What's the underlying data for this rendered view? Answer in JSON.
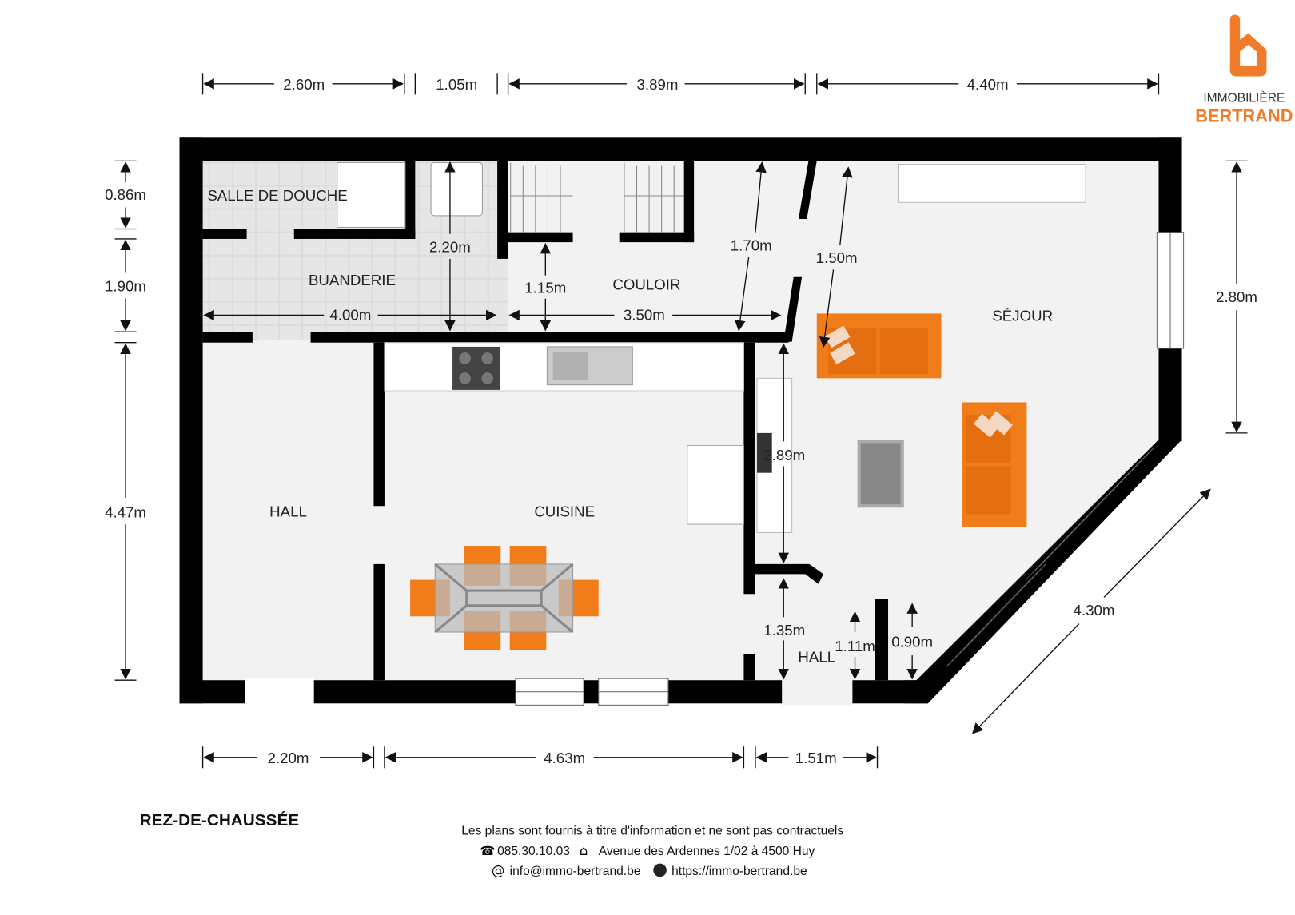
{
  "logo": {
    "line1": "IMMOBILIÈRE",
    "line2": "BERTRAND",
    "color": "#f07c2a"
  },
  "plan_title": "REZ-DE-CHAUSSÉE",
  "rooms": {
    "salle_de_douche": "SALLE DE DOUCHE",
    "buanderie": "BUANDERIE",
    "couloir": "COULOIR",
    "sejour": "SÉJOUR",
    "hall_left": "HALL",
    "cuisine": "CUISINE",
    "hall_small": "HALL"
  },
  "dimensions": {
    "top_1": "2.60m",
    "top_2": "1.05m",
    "top_3": "3.89m",
    "top_4": "4.40m",
    "left_1": "0.86m",
    "left_2": "1.90m",
    "left_3": "4.47m",
    "right_1": "2.80m",
    "diag": "4.30m",
    "bottom_1": "2.20m",
    "bottom_2": "4.63m",
    "bottom_3": "1.51m",
    "in_220": "2.20m",
    "in_400": "4.00m",
    "in_115": "1.15m",
    "in_350": "3.50m",
    "in_170": "1.70m",
    "in_150": "1.50m",
    "in_289": "2.89m",
    "in_135": "1.35m",
    "in_111": "1.11m",
    "in_090": "0.90m"
  },
  "footer": {
    "disclaimer": "Les plans sont fournis à titre d'information et ne sont pas contractuels",
    "phone": "085.30.10.03",
    "address": "Avenue des Ardennes 1/02 à 4500 Huy",
    "email": "info@immo-bertrand.be",
    "website": "https://immo-bertrand.be"
  },
  "colors": {
    "furniture": "#f07c1a",
    "wall": "#000000",
    "tile": "#d9d9d9"
  }
}
